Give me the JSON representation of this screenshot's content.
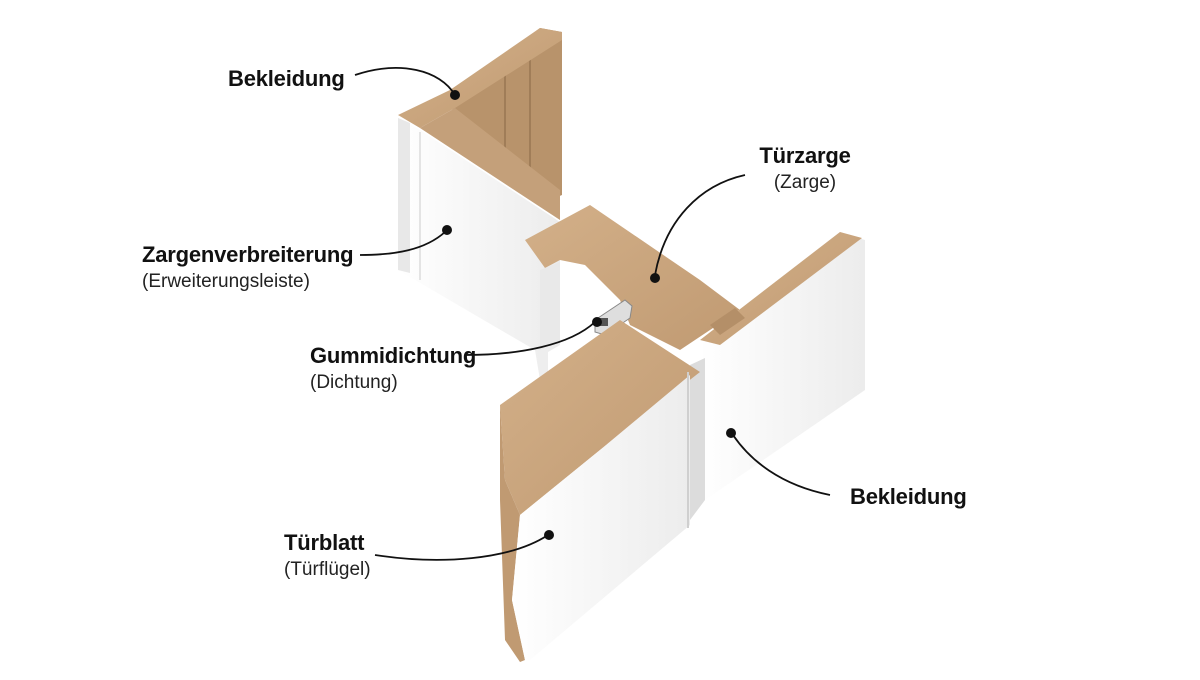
{
  "labels": {
    "bekleidung_top": {
      "main": "Bekleidung"
    },
    "tuerzarge": {
      "main": "Türzarge",
      "sub": "(Zarge)"
    },
    "zargenverbreiterung": {
      "main": "Zargenverbreiterung",
      "sub": "(Erweiterungsleiste)"
    },
    "gummidichtung": {
      "main": "Gummidichtung",
      "sub": "(Dichtung)"
    },
    "bekleidung_right": {
      "main": "Bekleidung"
    },
    "tuerblatt": {
      "main": "Türblatt",
      "sub": "(Türflügel)"
    }
  },
  "colors": {
    "mdf": "#c9a67f",
    "mdf_dark": "#b48f68",
    "mdf_shadow": "#a07d58",
    "white_face": "#f4f4f4",
    "white_shade": "#e6e6e6",
    "line": "#111111"
  }
}
